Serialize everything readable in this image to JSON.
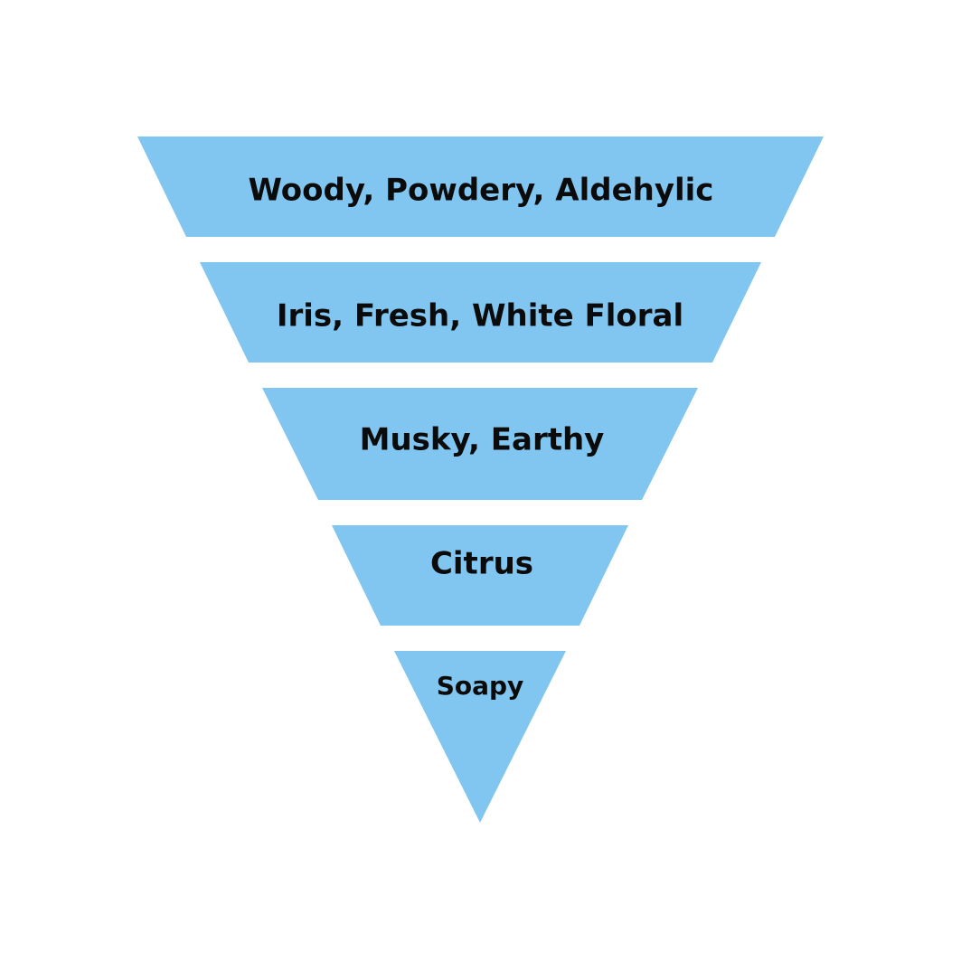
{
  "diagram": {
    "type": "inverted-pyramid",
    "fill_color": "#80c6f0",
    "text_color": "#0b0b0b",
    "background": "#ffffff",
    "tiers": [
      {
        "label": "Woody, Powdery, Aldehylic"
      },
      {
        "label": "Iris, Fresh, White Floral"
      },
      {
        "label": "Musky, Earthy"
      },
      {
        "label": "Citrus"
      },
      {
        "label": "Soapy"
      }
    ]
  }
}
